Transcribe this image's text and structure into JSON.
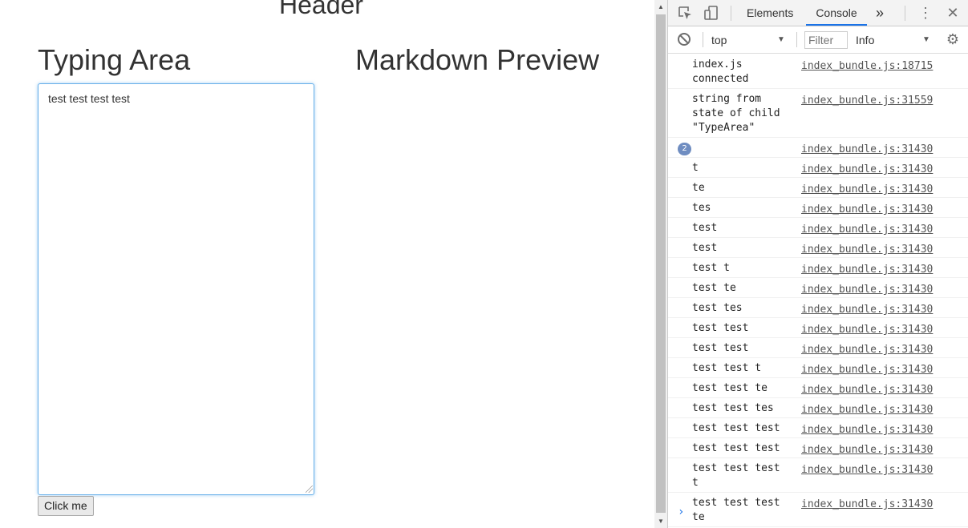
{
  "page": {
    "header": "Header",
    "typing_title": "Typing Area",
    "preview_title": "Markdown Preview",
    "textarea_value": "test test test test",
    "button_label": "Click me"
  },
  "devtools": {
    "tabs": [
      {
        "label": "Elements"
      },
      {
        "label": "Console"
      }
    ],
    "more_tabs": "»",
    "context": "top",
    "filter_placeholder": "Filter",
    "level": "Info",
    "prompt_symbol": "›",
    "log": [
      {
        "msg": "index.js\nconnected",
        "src": "index_bundle.js:18715"
      },
      {
        "msg": "string from\nstate of child \"TypeArea\"",
        "src": "index_bundle.js:31559"
      },
      {
        "msg": "",
        "src": "index_bundle.js:31430",
        "badge": "2"
      },
      {
        "msg": "t",
        "src": "index_bundle.js:31430"
      },
      {
        "msg": "te",
        "src": "index_bundle.js:31430"
      },
      {
        "msg": "tes",
        "src": "index_bundle.js:31430"
      },
      {
        "msg": "test",
        "src": "index_bundle.js:31430"
      },
      {
        "msg": "test",
        "src": "index_bundle.js:31430"
      },
      {
        "msg": "test t",
        "src": "index_bundle.js:31430"
      },
      {
        "msg": "test te",
        "src": "index_bundle.js:31430"
      },
      {
        "msg": "test tes",
        "src": "index_bundle.js:31430"
      },
      {
        "msg": "test test",
        "src": "index_bundle.js:31430"
      },
      {
        "msg": "test test",
        "src": "index_bundle.js:31430"
      },
      {
        "msg": "test test t",
        "src": "index_bundle.js:31430"
      },
      {
        "msg": "test test te",
        "src": "index_bundle.js:31430"
      },
      {
        "msg": "test test tes",
        "src": "index_bundle.js:31430"
      },
      {
        "msg": "test test test",
        "src": "index_bundle.js:31430"
      },
      {
        "msg": "test test test",
        "src": "index_bundle.js:31430"
      },
      {
        "msg": "test test test\nt",
        "src": "index_bundle.js:31430"
      },
      {
        "msg": "test test test\nte",
        "src": "index_bundle.js:31430"
      }
    ]
  }
}
